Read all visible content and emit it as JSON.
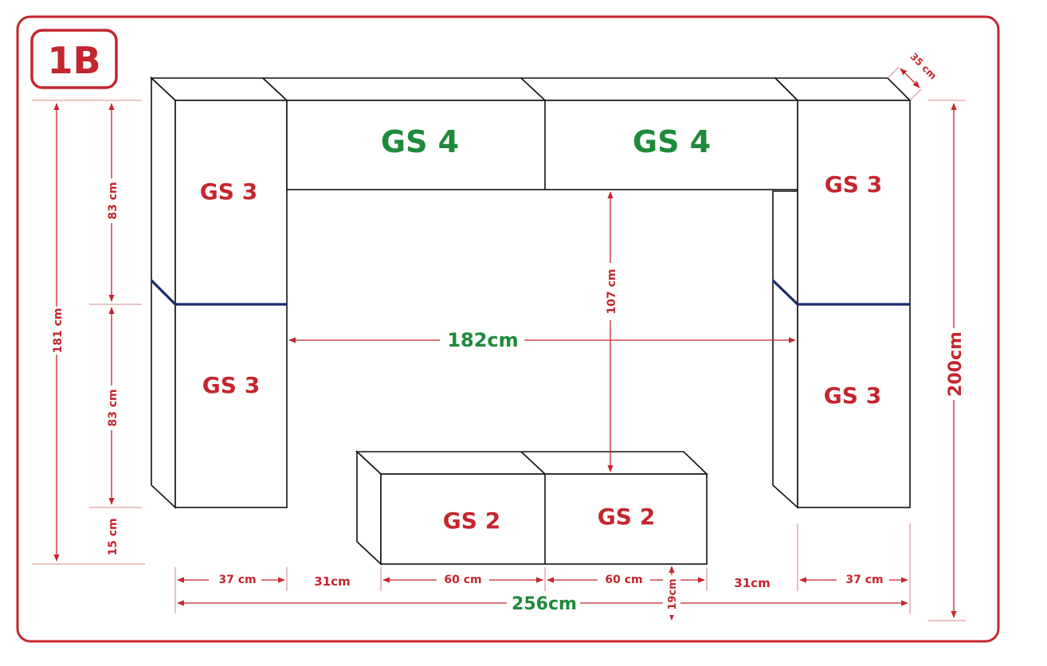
{
  "badge": {
    "text": "1B"
  },
  "modules": {
    "gs4_left": "GS 4",
    "gs4_right": "GS 4",
    "gs3_left_upper": "GS 3",
    "gs3_left_lower": "GS 3",
    "gs3_right_upper": "GS 3",
    "gs3_right_lower": "GS 3",
    "gs2_left": "GS 2",
    "gs2_right": "GS 2"
  },
  "dimensions": {
    "depth": "35 cm",
    "left_total": "181 cm",
    "left_upper": "83 cm",
    "left_lower": "83 cm",
    "left_floor_gap": "15 cm",
    "right_total": "200cm",
    "inner_width": "182cm",
    "inner_height": "107 cm",
    "col_left_width": "37 cm",
    "gap_left": "31cm",
    "gs2_left_width": "60 cm",
    "gs2_right_width": "60 cm",
    "gap_right": "31cm",
    "col_right_width": "37 cm",
    "total_width": "256cm",
    "low_floor_gap": "19cm"
  },
  "colors": {
    "frame": "#c4262e",
    "label_red": "#c4262e",
    "label_green": "#1f8a3a",
    "led_strip": "#1b2a6b",
    "outline": "#111111"
  }
}
